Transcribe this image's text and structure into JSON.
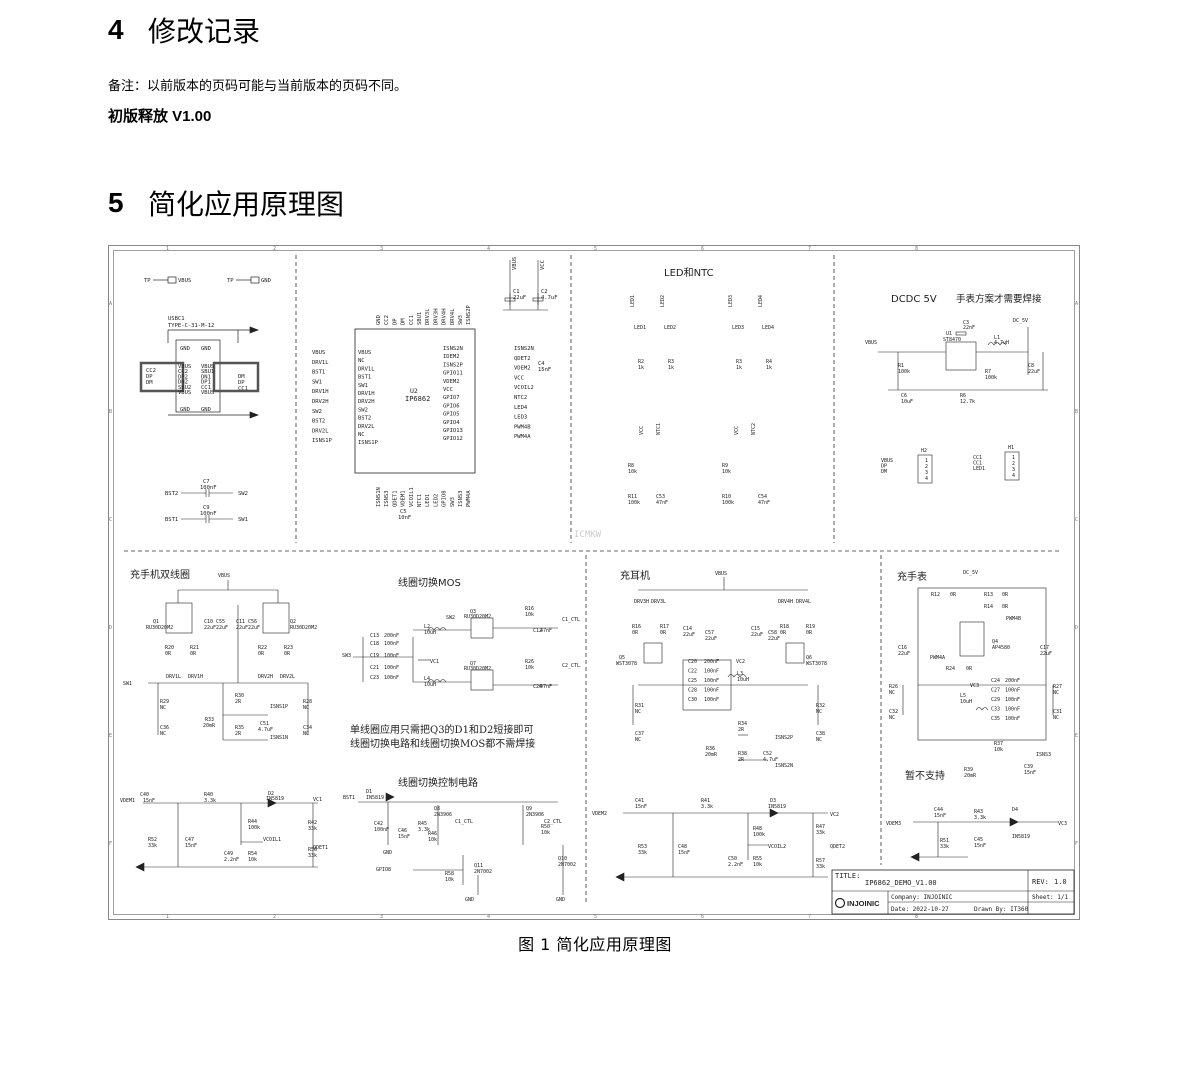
{
  "sec4": {
    "num": "4",
    "title": "修改记录"
  },
  "note": "备注：以前版本的页码可能与当前版本的页码不同。",
  "version": "初版释放 V1.00",
  "sec5": {
    "num": "5",
    "title": "简化应用原理图"
  },
  "schematic": {
    "col_numbers": [
      "1",
      "2",
      "3",
      "4",
      "5",
      "6",
      "7",
      "8"
    ],
    "row_letters": [
      "A",
      "B",
      "C",
      "D",
      "E",
      "F"
    ],
    "blocks": {
      "usb": {
        "tp1": "TP",
        "tp1_net": "VBUS",
        "tp2": "TP",
        "tp2_net": "GND",
        "ref": "USBC1",
        "part": "TYPE-C-31-M-12",
        "pins_l": [
          "VBUS",
          "CC2",
          "DP2",
          "DN2",
          "SBU2",
          "VBUS"
        ],
        "pins_r": [
          "VBUS",
          "SBU1",
          "DN1",
          "DP1",
          "CC1",
          "VBUS"
        ],
        "nets_l": [
          "CC2",
          "DP",
          "DM"
        ],
        "nets_r": [
          "DM",
          "DP",
          "CC1"
        ]
      },
      "chip": {
        "ref": "U2",
        "name": "IP6862",
        "left_pins": [
          "VBUS",
          "NC",
          "DRV1L",
          "BST1",
          "SW1",
          "DRV1H",
          "DRV2H",
          "SW2",
          "BST2",
          "DRV2L",
          "NC",
          "ISNS1P"
        ],
        "left_nets": [
          "VBUS",
          "DRV1L",
          "BST1",
          "SW1",
          "DRV1H",
          "DRV2H",
          "SW2",
          "BST2",
          "DRV2L",
          "ISNS1P"
        ],
        "right_pins": [
          "ISNS2N",
          "IDEM2",
          "ISNS2P",
          "GPIO11",
          "VDEM2",
          "VCC",
          "GPIO7",
          "GPIO6",
          "GPIO5",
          "GPIO4",
          "GPIO13",
          "GPIO12"
        ],
        "right_nets": [
          "ISNS2N",
          "QDET2",
          "VDEM2",
          "VCC",
          "VCOIL2",
          "NTC2",
          "LED4",
          "LED3",
          "PWM4B",
          "PWM4A"
        ],
        "caps": [
          "C1",
          "22uF",
          "C2",
          "4.7uF",
          "C4",
          "15nF",
          "C5",
          "10nF",
          "C7",
          "100nF",
          "C9",
          "100nF"
        ],
        "bst_nets": [
          "BST2",
          "SW2",
          "BST1",
          "SW1"
        ]
      },
      "led": {
        "title": "LED和NTC",
        "leds": [
          "LED1",
          "LED2",
          "LED3",
          "LED4"
        ],
        "res": [
          "R2",
          "1k",
          "R3",
          "1k",
          "R3",
          "1k",
          "R4",
          "1k"
        ],
        "ntc": [
          "R8",
          "10k",
          "R11",
          "100k",
          "C53",
          "47nF",
          "R9",
          "10k",
          "R10",
          "100k",
          "C54",
          "47nF"
        ],
        "nets": [
          "VCC",
          "NTC1",
          "VCC",
          "NTC2"
        ]
      },
      "dcdc": {
        "title": "DCDC 5V",
        "subtitle": "手表方案才需要焊接",
        "parts": [
          "U1",
          "ST8470",
          "C3",
          "22nF",
          "L1",
          "4.7uH",
          "DC_5V",
          "R1",
          "100k",
          "R7",
          "100k",
          "R6",
          "12.7k",
          "C6",
          "10uF",
          "C8",
          "22uF",
          "VBUS"
        ]
      },
      "headers": {
        "h2": "H2",
        "h2_nets": [
          "VBUS",
          "DP",
          "DM"
        ],
        "h1": "H1",
        "h1_nets": [
          "CC1",
          "CC1",
          "LED1"
        ]
      },
      "coil_dual": {
        "title": "充手机双线圈",
        "net": "VBUS",
        "parts": [
          "Q1",
          "RU30D20M2",
          "Q2",
          "RU30D20M2",
          "R20",
          "0R",
          "R21",
          "0R",
          "R22",
          "0R",
          "R23",
          "0R",
          "C10",
          "22uF",
          "C11",
          "22uF",
          "C55",
          "22uF",
          "C56",
          "22uF"
        ],
        "nets": [
          "DRV1L",
          "DRV1H",
          "DRV2H",
          "DRV2L",
          "SW1",
          "ISNS1P",
          "ISNS1N"
        ],
        "extra": [
          "R29",
          "NC",
          "R28",
          "NC",
          "C36",
          "NC",
          "C34",
          "NC",
          "R33",
          "20mR",
          "R30",
          "2R",
          "R35",
          "2R",
          "C51",
          "4.7uF"
        ]
      },
      "coil_switch": {
        "title": "线圈切换MOS",
        "parts": [
          "Q3",
          "RU30D20M2",
          "Q7",
          "RU30D20M2",
          "L2",
          "10uH",
          "L4",
          "10uH",
          "R16",
          "10k",
          "R26",
          "10k",
          "C12",
          "47nF",
          "C26",
          "47nF",
          "C13",
          "200nF",
          "C18",
          "100nF",
          "C19",
          "100nF",
          "C21",
          "100nF",
          "C23",
          "100nF"
        ],
        "nets": [
          "SW3",
          "VC1",
          "C1_CTL",
          "C2_CTL",
          "SW2"
        ]
      },
      "coil_note": "单线圈应用只需把Q3的D1和D2短接即可\n线圈切换电路和线圈切换MOS都不需焊接",
      "coil_ctrl": {
        "title": "线圈切换控制电路",
        "parts": [
          "D1",
          "IN5819",
          "Q8",
          "2N3906",
          "Q9",
          "2N3906",
          "Q10",
          "2N7002",
          "Q11",
          "2N7002",
          "R45",
          "3.3k",
          "R46",
          "10k",
          "R50",
          "10k",
          "R58",
          "10k",
          "C42",
          "100nF",
          "C46",
          "15nF"
        ],
        "nets": [
          "BST1",
          "GPIO8",
          "GND",
          "C1_CTL",
          "C2_CTL"
        ]
      },
      "earphone": {
        "title": "充耳机",
        "net": "VBUS",
        "parts": [
          "DRV3H",
          "DRV3L",
          "DRV4H",
          "DRV4L",
          "Q5",
          "WST3078",
          "Q6",
          "WST3078",
          "R16",
          "0R",
          "R17",
          "0R",
          "R18",
          "0R",
          "R19",
          "0R",
          "C14",
          "22uF",
          "C57",
          "22uF",
          "C15",
          "22uF",
          "C58",
          "22uF",
          "L3",
          "10uH",
          "R31",
          "NC",
          "R32",
          "NC",
          "C37",
          "NC",
          "C38",
          "NC",
          "R34",
          "2R",
          "R36",
          "20mR",
          "R38",
          "2R",
          "C52",
          "4.7uF"
        ],
        "caps": [
          "C20",
          "200nF",
          "C22",
          "100nF",
          "C25",
          "100nF",
          "C28",
          "100nF",
          "C30",
          "100nF"
        ],
        "nets": [
          "VC2",
          "ISNS2P",
          "ISNS2N"
        ]
      },
      "watch": {
        "title": "充手表",
        "net": "DC_5V",
        "parts": [
          "R12",
          "0R",
          "R13",
          "0R",
          "R14",
          "0R",
          "Q4",
          "AP4580",
          "C16",
          "22uF",
          "C17",
          "22uF",
          "R24",
          "0R",
          "L5",
          "10uH",
          "R26",
          "NC",
          "R27",
          "NC",
          "C32",
          "NC",
          "C31",
          "NC",
          "R37",
          "10k",
          "R39",
          "20mR",
          "C39",
          "15nF"
        ],
        "caps": [
          "C24",
          "200nF",
          "C27",
          "100nF",
          "C29",
          "100nF",
          "C33",
          "100nF",
          "C35",
          "100nF"
        ],
        "nets": [
          "PWM4B",
          "PWM4A",
          "VC3",
          "ISNS3"
        ],
        "na": "暂不支持"
      },
      "demod1": {
        "parts": [
          "C40",
          "15nF",
          "R40",
          "3.3k",
          "D2",
          "IN5819",
          "R42",
          "33k",
          "R44",
          "100k",
          "R52",
          "33k",
          "C47",
          "15nF",
          "C49",
          "2.2nF",
          "R54",
          "10k",
          "R56",
          "33k"
        ],
        "nets": [
          "VDEM1",
          "VC1",
          "VCOIL1",
          "QDET1"
        ]
      },
      "demod2": {
        "parts": [
          "C41",
          "15nF",
          "R41",
          "3.3k",
          "D3",
          "IN5819",
          "R47",
          "33k",
          "R48",
          "100k",
          "R53",
          "33k",
          "C48",
          "15nF",
          "C50",
          "2.2nF",
          "R55",
          "10k",
          "R57",
          "33k"
        ],
        "nets": [
          "VDEM2",
          "VC2",
          "VCOIL2",
          "QDET2"
        ]
      },
      "demod3": {
        "parts": [
          "C44",
          "15nF",
          "R43",
          "3.3k",
          "D4",
          "IN5819",
          "R51",
          "33k",
          "C45",
          "15nF"
        ],
        "nets": [
          "VDEM3",
          "VC3"
        ]
      },
      "watermark": "ICMKW",
      "titleblock": {
        "title_label": "TITLE:",
        "title": "IP6862_DEMO_V1.00",
        "rev_label": "REV:",
        "rev": "1.0",
        "logo": "INJOINIC",
        "company": "Company:  INJOINIC",
        "sheet": "Sheet:  1/1",
        "date": "Date:   2022-10-27",
        "drawn": "Drawn By:  IT360"
      }
    }
  },
  "caption": "图 1   简化应用原理图"
}
